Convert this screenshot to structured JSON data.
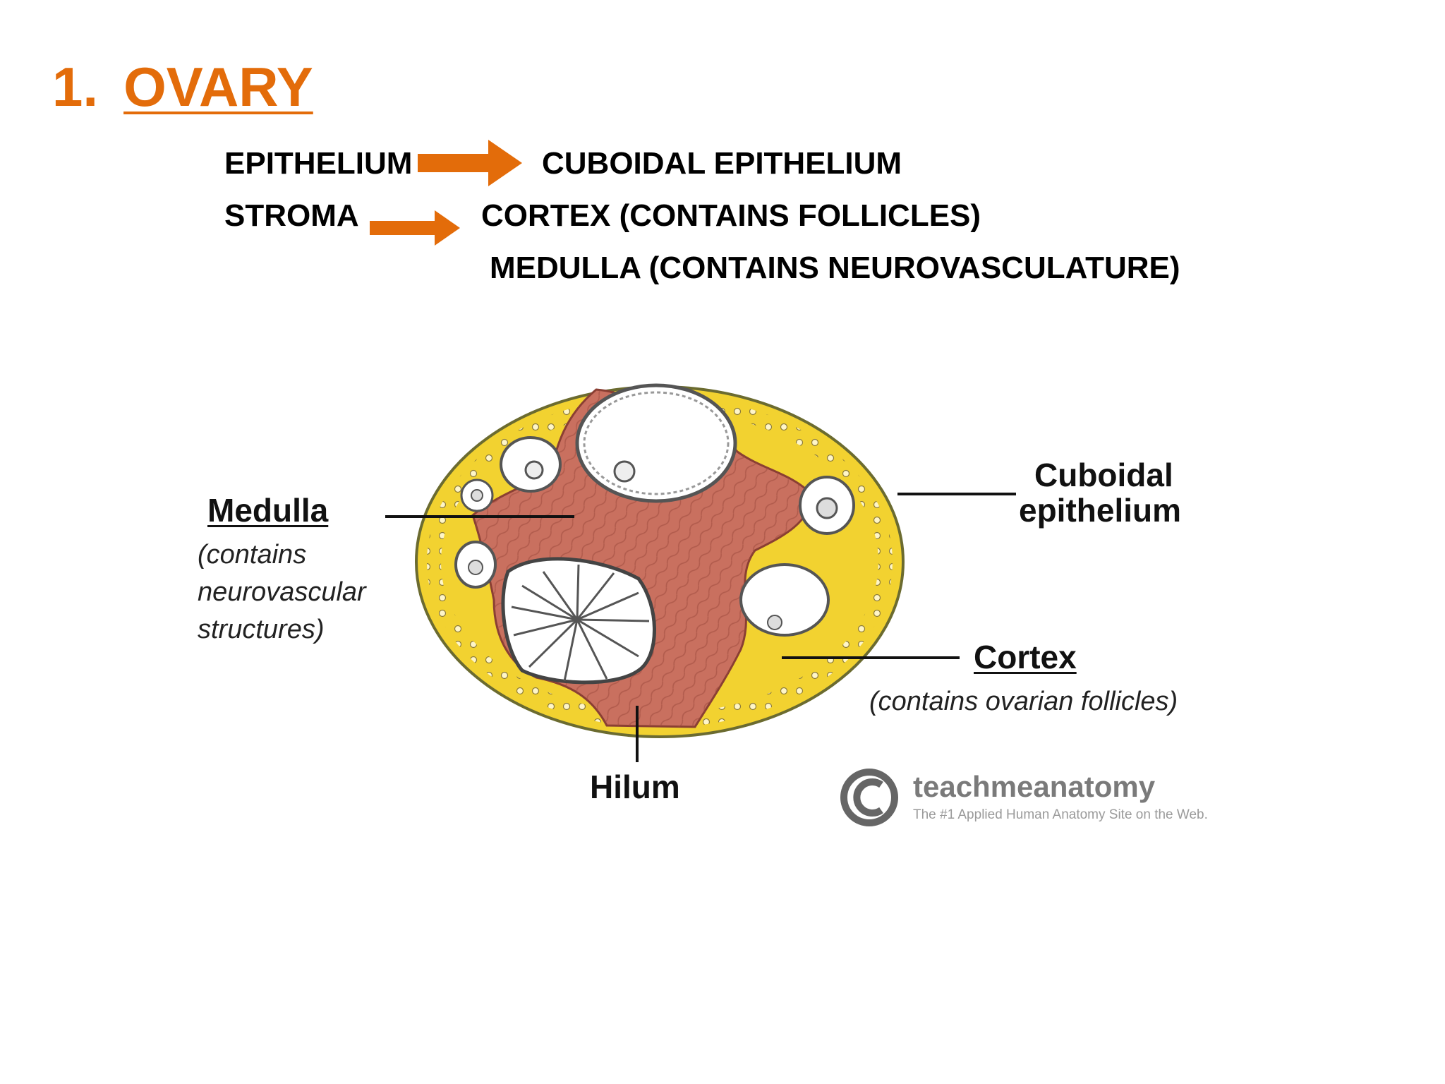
{
  "title": {
    "number": "1.",
    "text": "OVARY"
  },
  "rows": [
    {
      "left": "EPITHELIUM",
      "right": "CUBOIDAL EPITHELIUM"
    },
    {
      "left": "STROMA",
      "right": "CORTEX (CONTAINS FOLLICLES)"
    },
    {
      "left": "",
      "right": "MEDULLA (CONTAINS NEUROVASCULATURE)"
    }
  ],
  "diagram": {
    "medulla": {
      "title": "Medulla",
      "note_lines": [
        "(contains",
        "neurovascular",
        "structures)"
      ]
    },
    "cuboidal": {
      "lines": [
        "Cuboidal",
        "epithelium"
      ]
    },
    "cortex": {
      "title": "Cortex",
      "note": "(contains ovarian follicles)"
    },
    "hilum": {
      "title": "Hilum"
    }
  },
  "watermark": {
    "name": "teachmeanatomy",
    "tagline": "The #1 Applied Human Anatomy Site on the Web."
  },
  "colors": {
    "accent": "#E36C0A",
    "cortex_yellow": "#F2D230",
    "medulla_red": "#C9705F"
  }
}
